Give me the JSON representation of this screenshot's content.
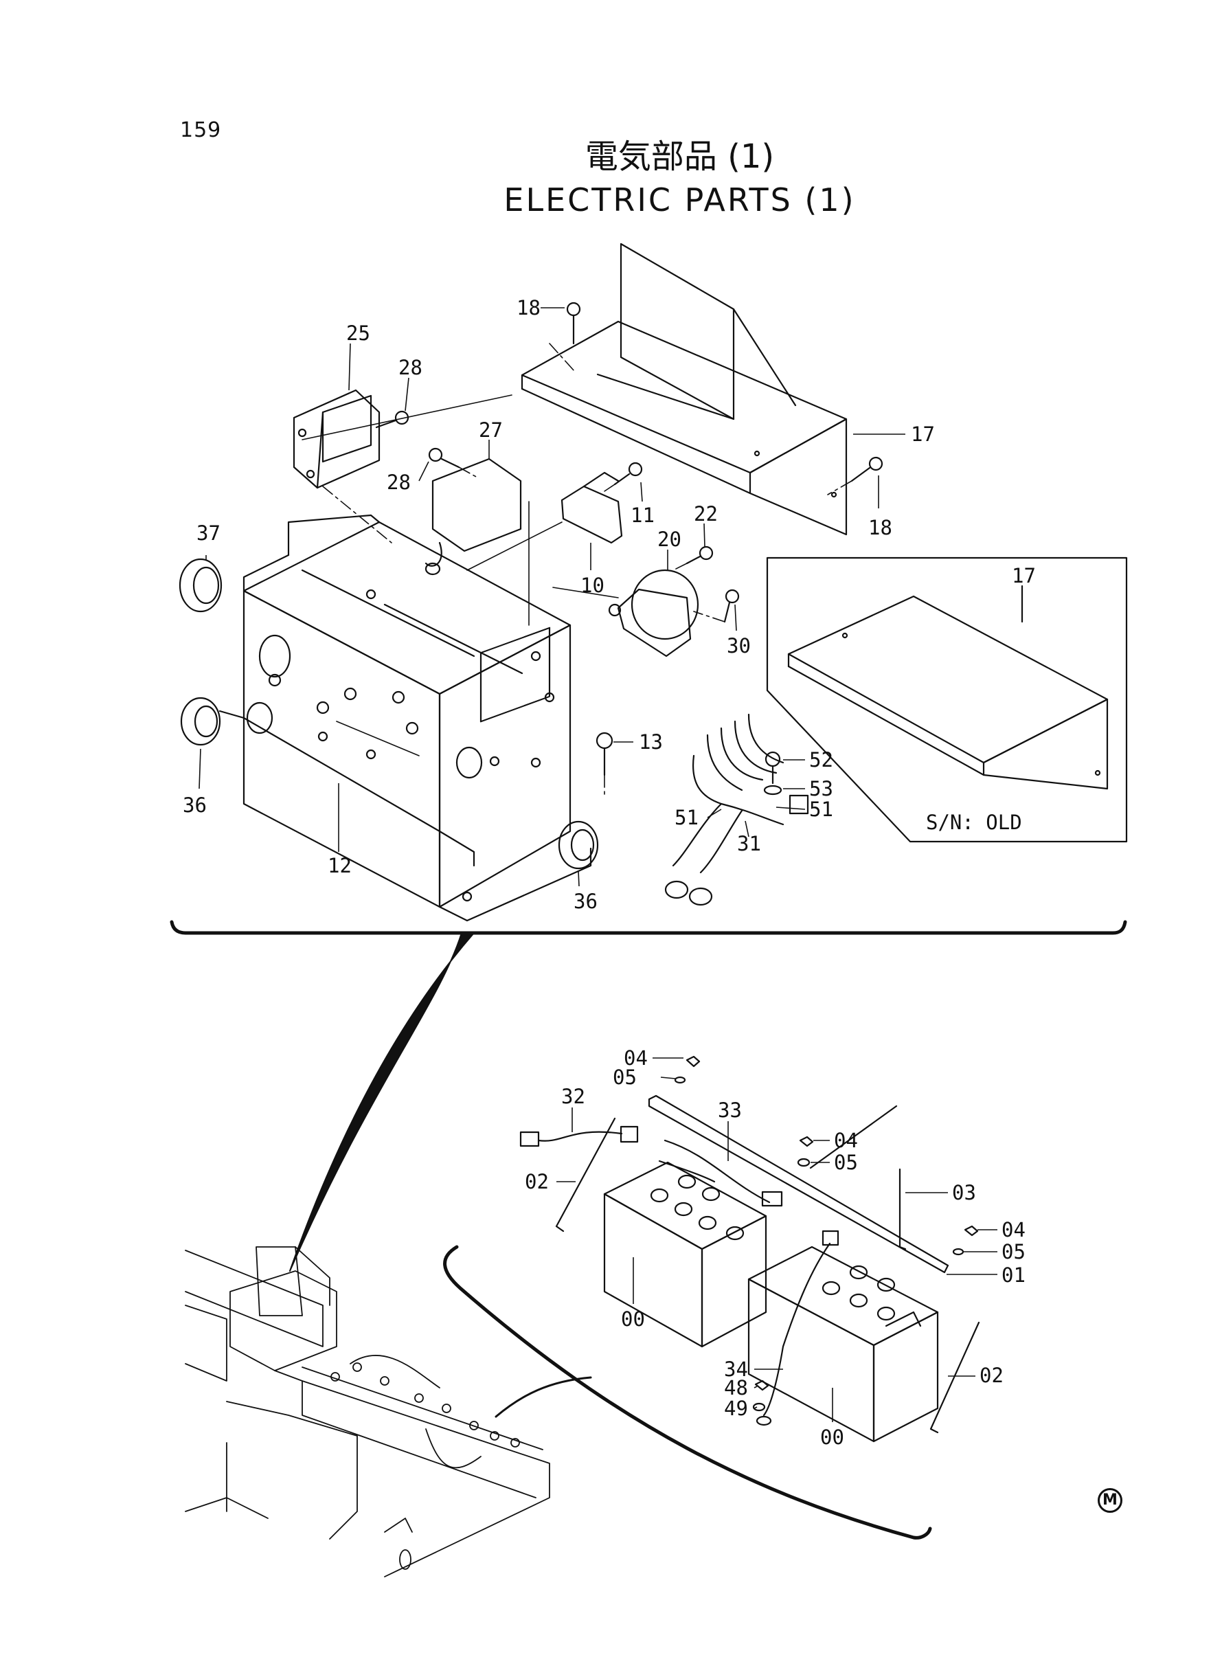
{
  "page_number": "159",
  "title_jp": "電気部品 (1)",
  "title_en": "ELECTRIC PARTS (1)",
  "serial_note": "S/N: OLD",
  "mark": "M",
  "upper_labels": {
    "l18a": "18",
    "l25": "25",
    "l28a": "28",
    "l28b": "28",
    "l27": "27",
    "l17a": "17",
    "l18b": "18",
    "l11": "11",
    "l22": "22",
    "l20": "20",
    "l10": "10",
    "l30": "30",
    "l37": "37",
    "l17b": "17",
    "l13": "13",
    "l52": "52",
    "l53": "53",
    "l51a": "51",
    "l51b": "51",
    "l31": "31",
    "l36a": "36",
    "l36b": "36",
    "l12": "12"
  },
  "lower_labels": {
    "l04a": "04",
    "l05a": "05",
    "l32": "32",
    "l33": "33",
    "l04b": "04",
    "l05b": "05",
    "l02a": "02",
    "l03": "03",
    "l04c": "04",
    "l05c": "05",
    "l01": "01",
    "l00a": "00",
    "l34": "34",
    "l48": "48",
    "l49": "49",
    "l02b": "02",
    "l00b": "00"
  }
}
